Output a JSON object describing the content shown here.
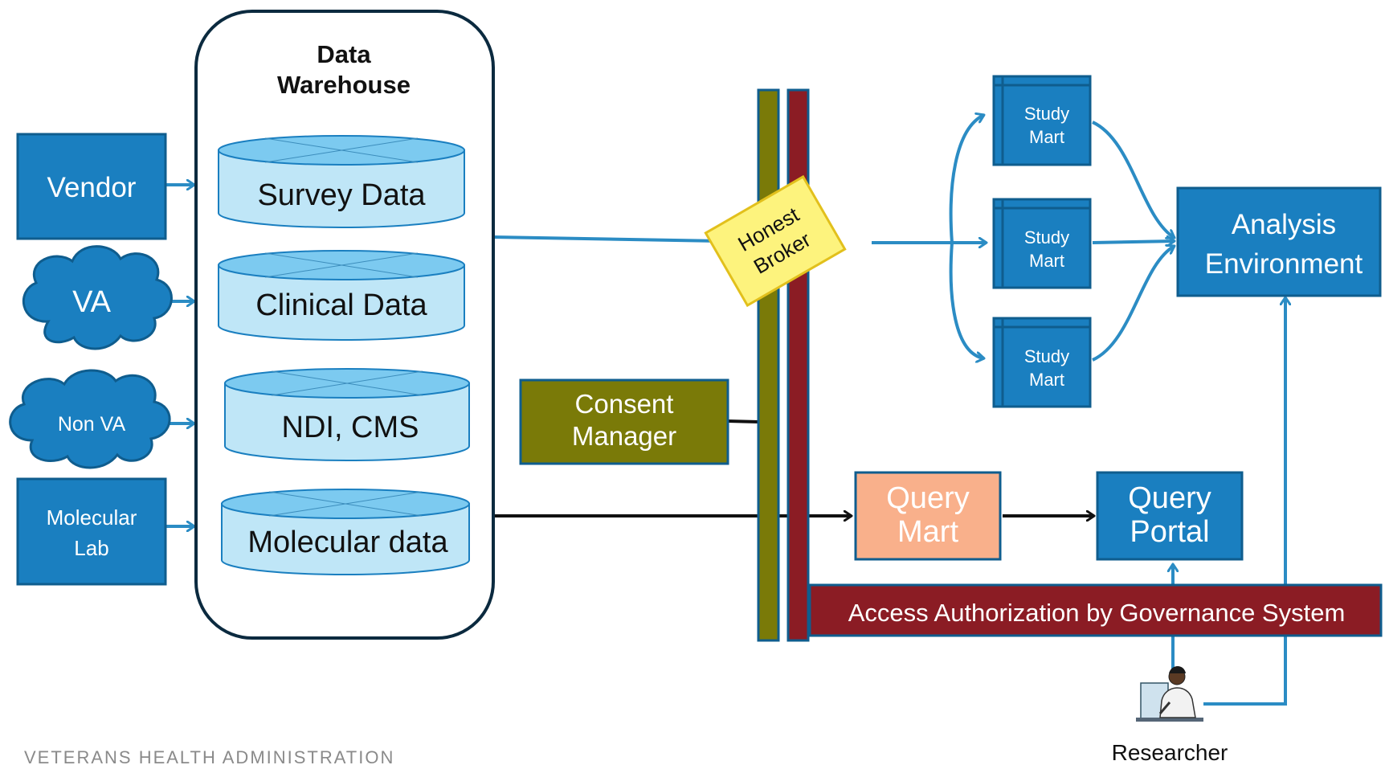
{
  "warehouse": {
    "title_line1": "Data",
    "title_line2": "Warehouse"
  },
  "sources": {
    "vendor": "Vendor",
    "va": "VA",
    "non_va": "Non VA",
    "molecular_lab_line1": "Molecular",
    "molecular_lab_line2": "Lab"
  },
  "databases": {
    "survey": "Survey Data",
    "clinical": "Clinical Data",
    "ndi_cms": "NDI, CMS",
    "molecular": "Molecular data"
  },
  "honest_broker": {
    "line1": "Honest",
    "line2": "Broker"
  },
  "consent_manager": {
    "line1": "Consent",
    "line2": "Manager"
  },
  "study_marts": [
    {
      "line1": "Study",
      "line2": "Mart"
    },
    {
      "line1": "Study",
      "line2": "Mart"
    },
    {
      "line1": "Study",
      "line2": "Mart"
    }
  ],
  "analysis_environment": {
    "line1": "Analysis",
    "line2": "Environment"
  },
  "query_mart": {
    "line1": "Query",
    "line2": "Mart"
  },
  "query_portal": {
    "line1": "Query",
    "line2": "Portal"
  },
  "access_authorization": "Access Authorization by Governance System",
  "researcher": "Researcher",
  "footer": "VETERANS HEALTH ADMINISTRATION",
  "colors": {
    "box_blue": "#1a7fc0",
    "box_border": "#0f5d8e",
    "arrow_blue": "#2b8cc4",
    "db_fill": "#bfe6f7",
    "db_top": "#7ccaf0",
    "olive": "#7a7a08",
    "dark_red": "#8b1c24",
    "sticky_yellow": "#fdf37d",
    "query_mart_fill": "#f9b08b"
  }
}
